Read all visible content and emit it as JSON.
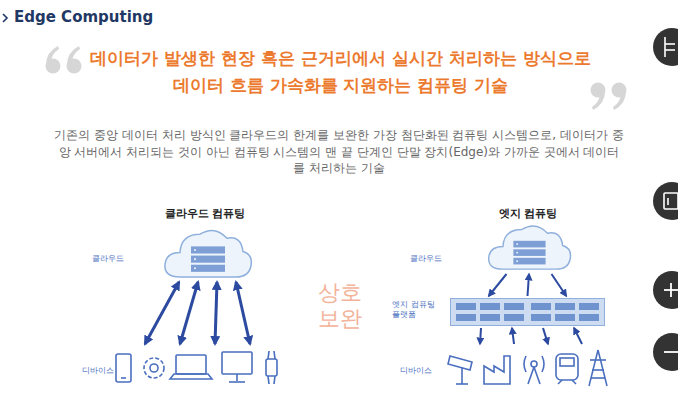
{
  "diagram": {
    "title": "Edge Computing",
    "nodes": [
      {
        "text": [
          "클라우드"
        ]
      },
      {
        "text": [
          "디바이스"
        ]
      },
      {
        "text": [
          "클라우드"
        ]
      },
      {
        "text": [
          "엣지 컴퓨팅 플랫폼"
        ]
      },
      {
        "text": [
          "디바이스"
        ]
      }
    ],
    "edges": [
      {
        "from": 0,
        "to": 1,
        "arrow": "both"
      },
      {
        "from": 0,
        "to": 1,
        "arrow": "both"
      },
      {
        "from": 0,
        "to": 1,
        "arrow": "both"
      },
      {
        "from": 0,
        "to": 1,
        "arrow": "both"
      },
      {
        "from": 2,
        "to": 3,
        "arrow": "to"
      },
      {
        "from": 3,
        "to": 2,
        "arrow": "to"
      },
      {
        "from": 2,
        "to": 3,
        "arrow": "to"
      },
      {
        "from": 3,
        "to": 4,
        "arrow": "to"
      },
      {
        "from": 4,
        "to": 3,
        "arrow": "to"
      },
      {
        "from": 3,
        "to": 4,
        "arrow": "to"
      },
      {
        "from": 4,
        "to": 3,
        "arrow": "to"
      }
    ],
    "labels": [
      "데이터가 발생한 현장 혹은 근거리에서 실시간 처리하는 방식으로 데이터 흐름 가속화를 지원하는 컴퓨팅 기술",
      "기존의 중앙 데이터 처리 방식인 클라우드의 한계를 보완한 가장 첨단화된 컴퓨팅 시스템으로, 데이터가 중앙 서버에서 처리되는 것이 아닌 컴퓨팅 시스템의 맨 끝 단계인 단말 장치(Edge)와 가까운 곳에서 데이터를 처리하는 기술",
      "클라우드 컴퓨팅",
      "엣지 컴퓨팅",
      "상호 보완"
    ]
  }
}
